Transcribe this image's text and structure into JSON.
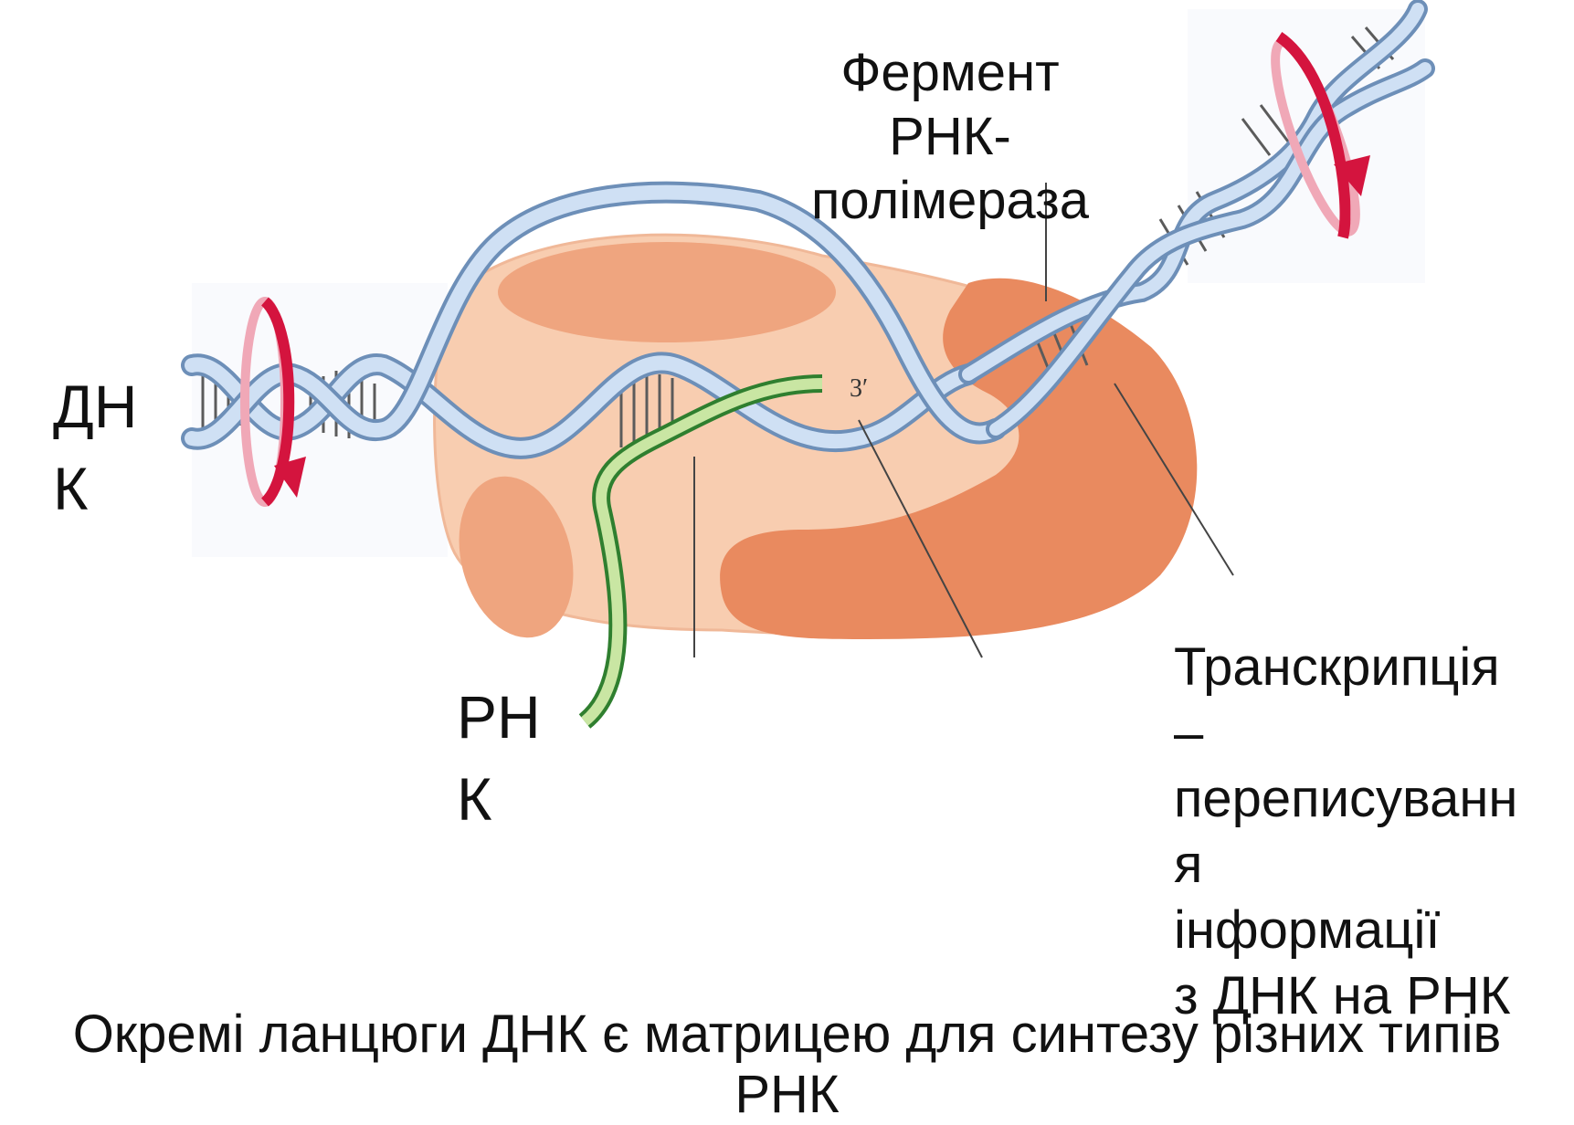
{
  "labels": {
    "enzyme": [
      "Фермент",
      "РНК-",
      "полімераза"
    ],
    "dna": [
      "ДН",
      "К"
    ],
    "rna": [
      "РН",
      "К"
    ],
    "transcription": [
      "Транскрипція",
      "–",
      "переписуванн",
      "я",
      "інформації",
      "з ДНК на РНК"
    ],
    "end_mark": "3′"
  },
  "caption": [
    "Окремі ланцюги ДНК є матрицею для синтезу різних типів",
    "РНК"
  ],
  "colors": {
    "body": "#f8cdb0",
    "domain_light": "#efa57f",
    "domain_dark": "#e98a5f",
    "dna_strand": "#bcd3ee",
    "dna_edge": "#6d8fb8",
    "rna": "#3d9a3d",
    "rna_light": "#c9e6a3",
    "arrow": "#d4143e",
    "arrow_light": "#f0a8b7",
    "leader": "#444444"
  }
}
